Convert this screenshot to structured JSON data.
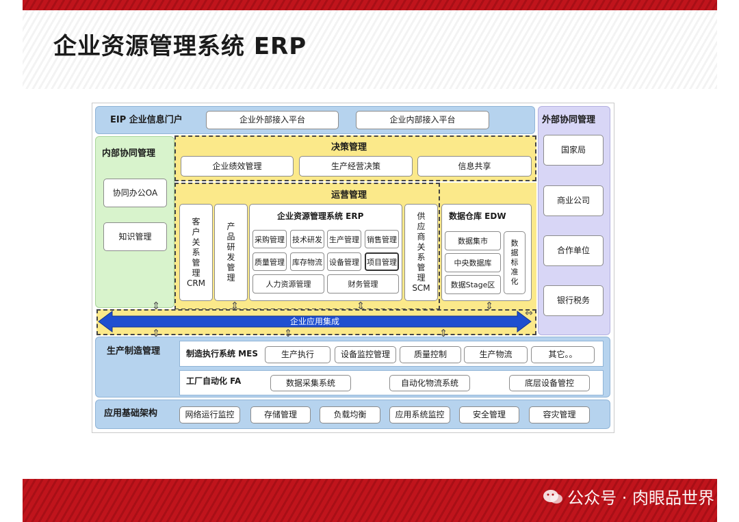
{
  "title": "企业资源管理系统 ERP",
  "eip": {
    "label": "EIP 企业信息门户",
    "items": [
      "企业外部接入平台",
      "企业内部接入平台"
    ]
  },
  "internal": {
    "label": "内部协同管理",
    "items": [
      "协同办公OA",
      "知识管理"
    ]
  },
  "decision": {
    "label": "决策管理",
    "items": [
      "企业绩效管理",
      "生产经营决策",
      "信息共享"
    ]
  },
  "operation": {
    "label": "运营管理"
  },
  "crm": {
    "chars": [
      "客",
      "户",
      "关",
      "系",
      "管",
      "理",
      "CRM"
    ]
  },
  "pdm": {
    "chars": [
      "产",
      "品",
      "研",
      "发",
      "管",
      "理"
    ]
  },
  "erp": {
    "label": "企业资源管理系统 ERP",
    "row1": [
      "采购管理",
      "技术研发",
      "生产管理",
      "销售管理"
    ],
    "row2": [
      "质量管理",
      "库存物流",
      "设备管理",
      "项目管理"
    ],
    "row3": [
      "人力资源管理",
      "财务管理"
    ]
  },
  "scm": {
    "chars": [
      "供",
      "应",
      "商",
      "关",
      "系",
      "管",
      "理",
      "SCM"
    ]
  },
  "edw": {
    "label": "数据仓库 EDW",
    "items": [
      "数据集市",
      "中央数据库",
      "数据Stage区"
    ],
    "std_chars": [
      "数",
      "据",
      "标",
      "准",
      "化"
    ]
  },
  "external": {
    "label": "外部协同管理",
    "items": [
      "国家局",
      "商业公司",
      "合作单位",
      "银行税务"
    ]
  },
  "integration": {
    "label": "企业应用集成"
  },
  "production": {
    "label": "生产制造管理",
    "mes": {
      "label": "制造执行系统 MES",
      "items": [
        "生产执行",
        "设备监控管理",
        "质量控制",
        "生产物流",
        "其它。。"
      ]
    },
    "fa": {
      "label": "工厂自动化 FA",
      "items": [
        "数据采集系统",
        "自动化物流系统",
        "底层设备管控"
      ]
    }
  },
  "infra": {
    "label": "应用基础架构",
    "items": [
      "网络运行监控",
      "存储管理",
      "负载均衡",
      "应用系统监控",
      "安全管理",
      "容灾管理"
    ]
  },
  "watermark": "公众号 · 肉眼品世界",
  "colors": {
    "red_band": "#c0141c",
    "integration_arrow": "#1f4fd0",
    "operation_yellow": "#fbe98a"
  }
}
